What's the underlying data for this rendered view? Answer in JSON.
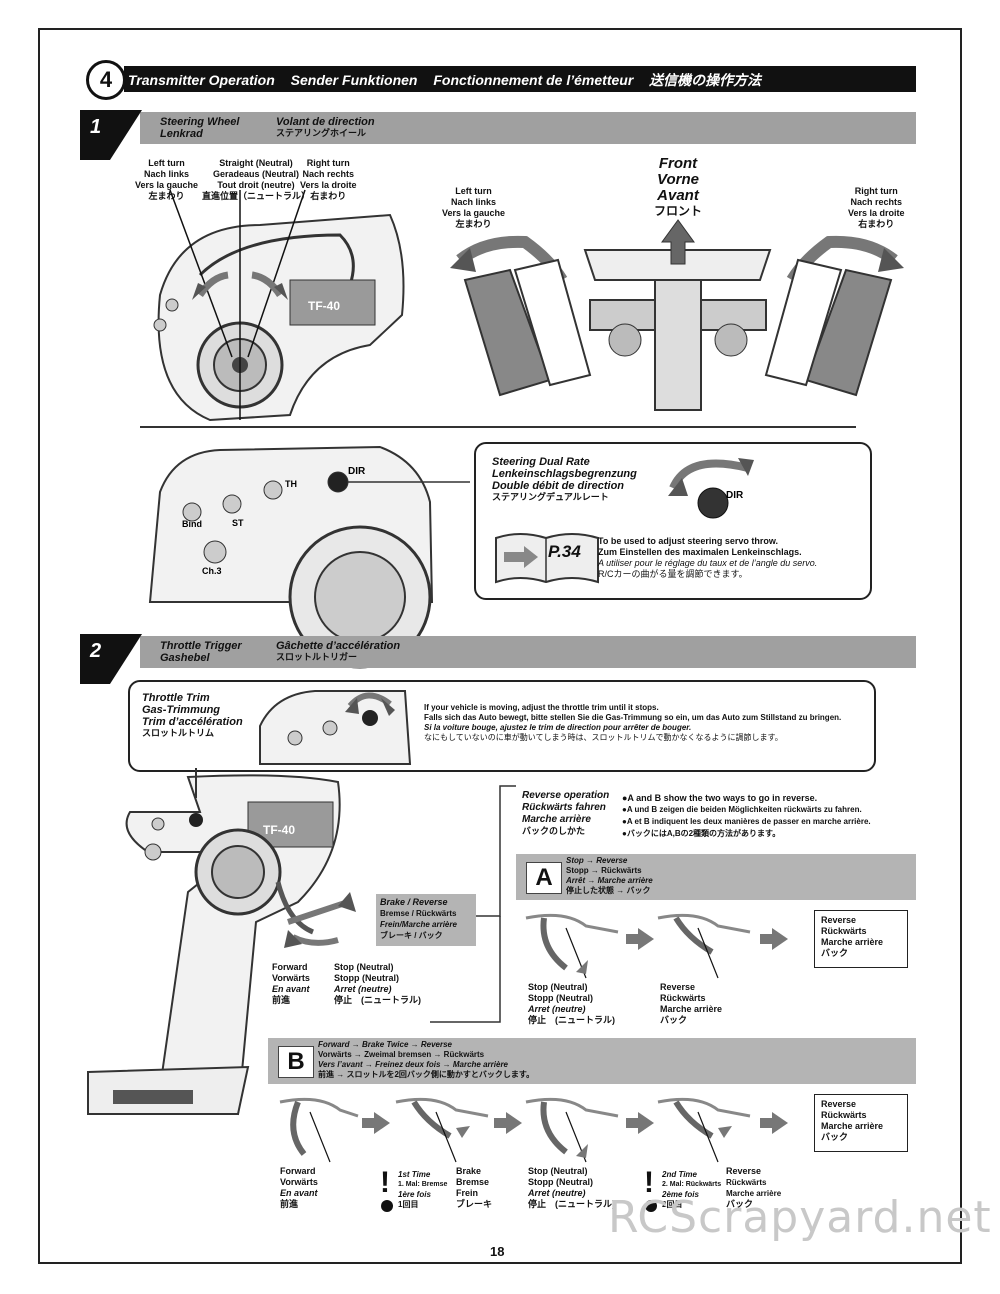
{
  "header": {
    "section_number": "4",
    "title_en": "Transmitter Operation",
    "title_de": "Sender Funktionen",
    "title_fr": "Fonctionnement de l’émetteur",
    "title_jp": "送信機の操作方法"
  },
  "step1": {
    "number": "1",
    "title_en": "Steering Wheel",
    "title_de": "Lenkrad",
    "title_fr": "Volant de direction",
    "title_jp": "ステアリングホイール",
    "left_turn": [
      "Left turn",
      "Nach links",
      "Vers la gauche",
      "左まわり"
    ],
    "straight": [
      "Straight (Neutral)",
      "Geradeaus (Neutral)",
      "Tout droit (neutre)",
      "直進位置（ニュートラル）"
    ],
    "right_turn": [
      "Right turn",
      "Nach rechts",
      "Vers la droite",
      "右まわり"
    ],
    "front": [
      "Front",
      "Vorne",
      "Avant",
      "フロント"
    ],
    "car_left_turn": [
      "Left turn",
      "Nach links",
      "Vers la gauche",
      "左まわり"
    ],
    "car_right_turn": [
      "Right turn",
      "Nach rechts",
      "Vers la droite",
      "右まわり"
    ],
    "tx_labels": {
      "model": "TF-40",
      "dir": "DIR",
      "th": "TH",
      "st": "ST",
      "bind": "Bind",
      "ch3": "Ch.3"
    },
    "dual_rate": {
      "title": [
        "Steering Dual Rate",
        "Lenkeinschlagsbegrenzung",
        "Double débit de direction",
        "ステアリングデュアルレート"
      ],
      "page_ref": "P.34",
      "desc": [
        "To be used to adjust steering servo throw.",
        "Zum Einstellen des maximalen Lenkeinschlags.",
        "A utiliser pour le réglage du taux et de l’angle du servo.",
        "R/Cカーの曲がる量を調節できます。"
      ]
    }
  },
  "step2": {
    "number": "2",
    "title_en": "Throttle Trigger",
    "title_de": "Gashebel",
    "title_fr": "Gâchette d’accélération",
    "title_jp": "スロットルトリガー",
    "trim": {
      "title": [
        "Throttle Trim",
        "Gas-Trimmung",
        "Trim d’accélération",
        "スロットルトリム"
      ],
      "desc": [
        "If your vehicle is moving, adjust the throttle trim until it stops.",
        "Falls sich das Auto bewegt, bitte stellen Sie die Gas-Trimmung so ein, um das Auto zum Stillstand zu bringen.",
        "Si la voiture bouge, ajustez le trim de direction pour arrêter de bouger.",
        "なにもしていないのに車が動いてしまう時は、スロットルトリムで動かなくなるように調節します。"
      ]
    },
    "brake_reverse": [
      "Brake / Reverse",
      "Bremse / Rückwärts",
      "Frein/Marche arrière",
      "ブレーキ / バック"
    ],
    "forward": [
      "Forward",
      "Vorwärts",
      "En avant",
      "前進"
    ],
    "stop": [
      "Stop (Neutral)",
      "Stopp (Neutral)",
      "Arret (neutre)",
      "停止　(ニュートラル)"
    ],
    "reverse_op": {
      "title": [
        "Reverse operation",
        "Rückwärts fahren",
        "Marche arrière",
        "バックのしかた"
      ],
      "desc": [
        "●A and B show the two ways to go in reverse.",
        "●A und B zeigen die beiden Möglichkeiten rückwärts zu fahren.",
        "●A et B indiquent les deux manières de passer en marche arrière.",
        "●バックにはA,Bの2種類の方法があります。"
      ]
    },
    "method_a": {
      "letter": "A",
      "desc": [
        "Stop → Reverse",
        "Stopp → Rückwärts",
        "Arrêt → Marche arrière",
        "停止した状態 → バック"
      ],
      "stop": [
        "Stop (Neutral)",
        "Stopp (Neutral)",
        "Arret (neutre)",
        "停止　(ニュートラル)"
      ],
      "reverse": [
        "Reverse",
        "Rückwärts",
        "Marche arrière",
        "バック"
      ],
      "box": [
        "Reverse",
        "Rückwärts",
        "Marche arrière",
        "バック"
      ]
    },
    "method_b": {
      "letter": "B",
      "desc": [
        "Forward → Brake Twice → Reverse",
        "Vorwärts → Zweimal bremsen → Rückwärts",
        "Vers l’avant → Freinez deux fois → Marche arrière",
        "前進 → スロットルを2回バック側に動かすとバックします。"
      ],
      "forward": [
        "Forward",
        "Vorwärts",
        "En avant",
        "前進"
      ],
      "first": [
        "1st Time",
        "1. Mal: Bremse",
        "1ère fois",
        "1回目"
      ],
      "brake": [
        "Brake",
        "Bremse",
        "Frein",
        "ブレーキ"
      ],
      "stop": [
        "Stop (Neutral)",
        "Stopp (Neutral)",
        "Arret (neutre)",
        "停止　(ニュートラル)"
      ],
      "second": [
        "2nd Time",
        "2. Mal: Rückwärts",
        "2ème fois",
        "2回目"
      ],
      "reverse": [
        "Reverse",
        "Rückwärts",
        "Marche arrière",
        "バック"
      ],
      "box": [
        "Reverse",
        "Rückwärts",
        "Marche arrière",
        "バック"
      ]
    }
  },
  "footer": {
    "page_number": "18",
    "watermark": "RCScrapyard.net"
  }
}
